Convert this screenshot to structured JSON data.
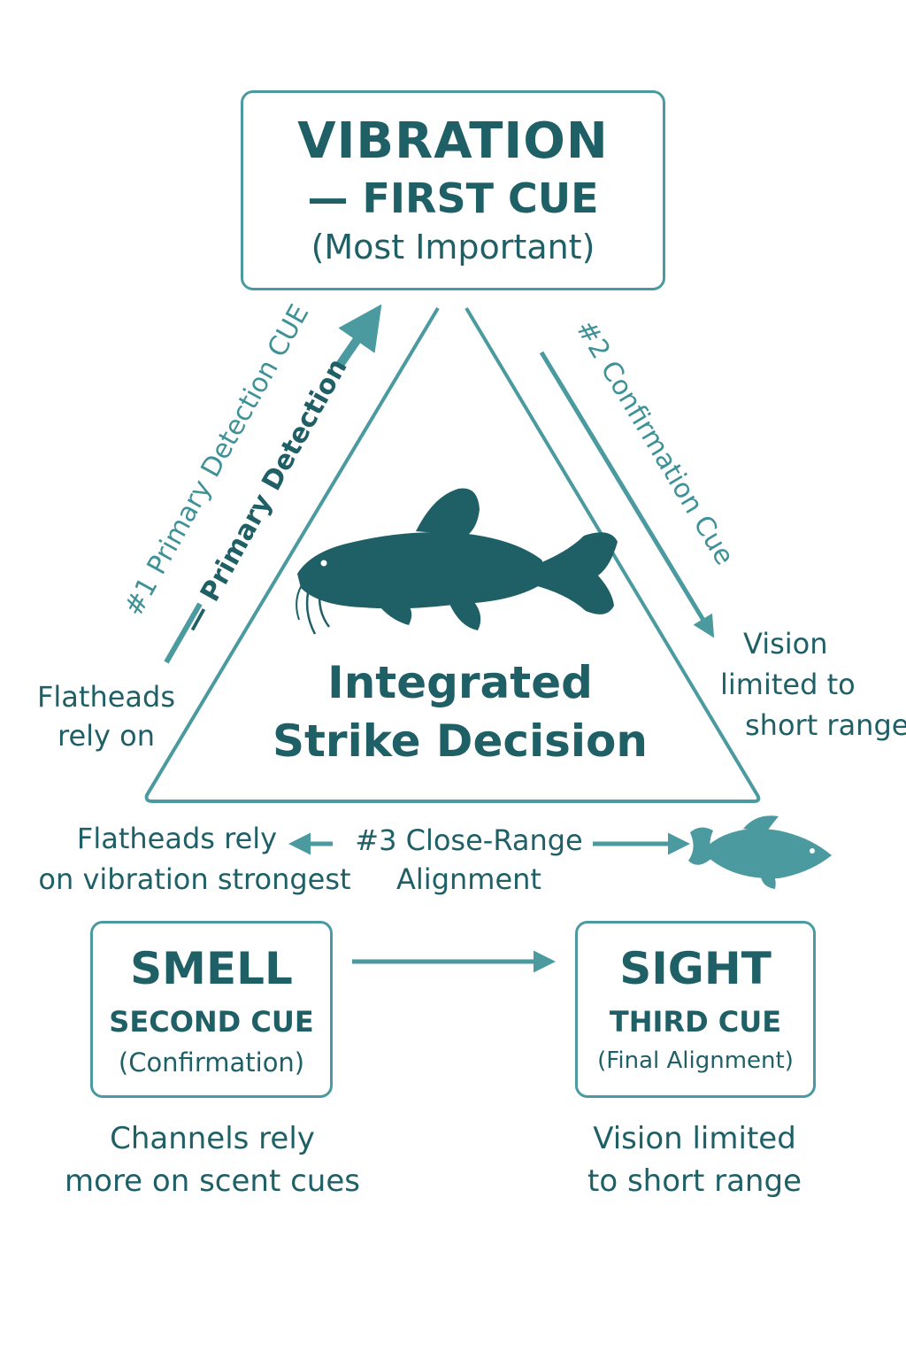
{
  "colors": {
    "primary": "#1f5f66",
    "accent": "#4a9aa0",
    "light_accent": "#3f9198",
    "background": "#ffffff"
  },
  "vibration": {
    "title": "VIBRATION",
    "line2": "— FIRST CUE",
    "line3": "(Most Important)"
  },
  "center": {
    "line1": "Integrated",
    "line2": "Strike Decision"
  },
  "left_edge": {
    "outer": "#1 Primary Detection CUE",
    "inner": "— Primary Detection"
  },
  "right_edge": {
    "label": "#2 Confirmation Cue"
  },
  "left_note": {
    "line1": "Flatheads",
    "line2": "rely on"
  },
  "right_note": {
    "line1": "Vision",
    "line2": "limited to",
    "line3": "short range"
  },
  "bottom_left_note": {
    "line1": "Flatheads rely",
    "line2": "on vibration strongest"
  },
  "alignment": {
    "line1": "#3 Close-Range",
    "line2": "Alignment"
  },
  "smell": {
    "title": "SMELL",
    "line2": "SECOND CUE",
    "line3": "(Confirmation)"
  },
  "sight": {
    "title": "SIGHT",
    "line2": "THIRD CUE",
    "line3": "(Final Alignment)"
  },
  "smell_note": {
    "line1": "Channels rely",
    "line2": "more on scent cues"
  },
  "sight_note": {
    "line1": "Vision limited",
    "line2": "to short range"
  },
  "icons": {
    "main": "catfish-icon",
    "small": "small-fish-icon"
  }
}
